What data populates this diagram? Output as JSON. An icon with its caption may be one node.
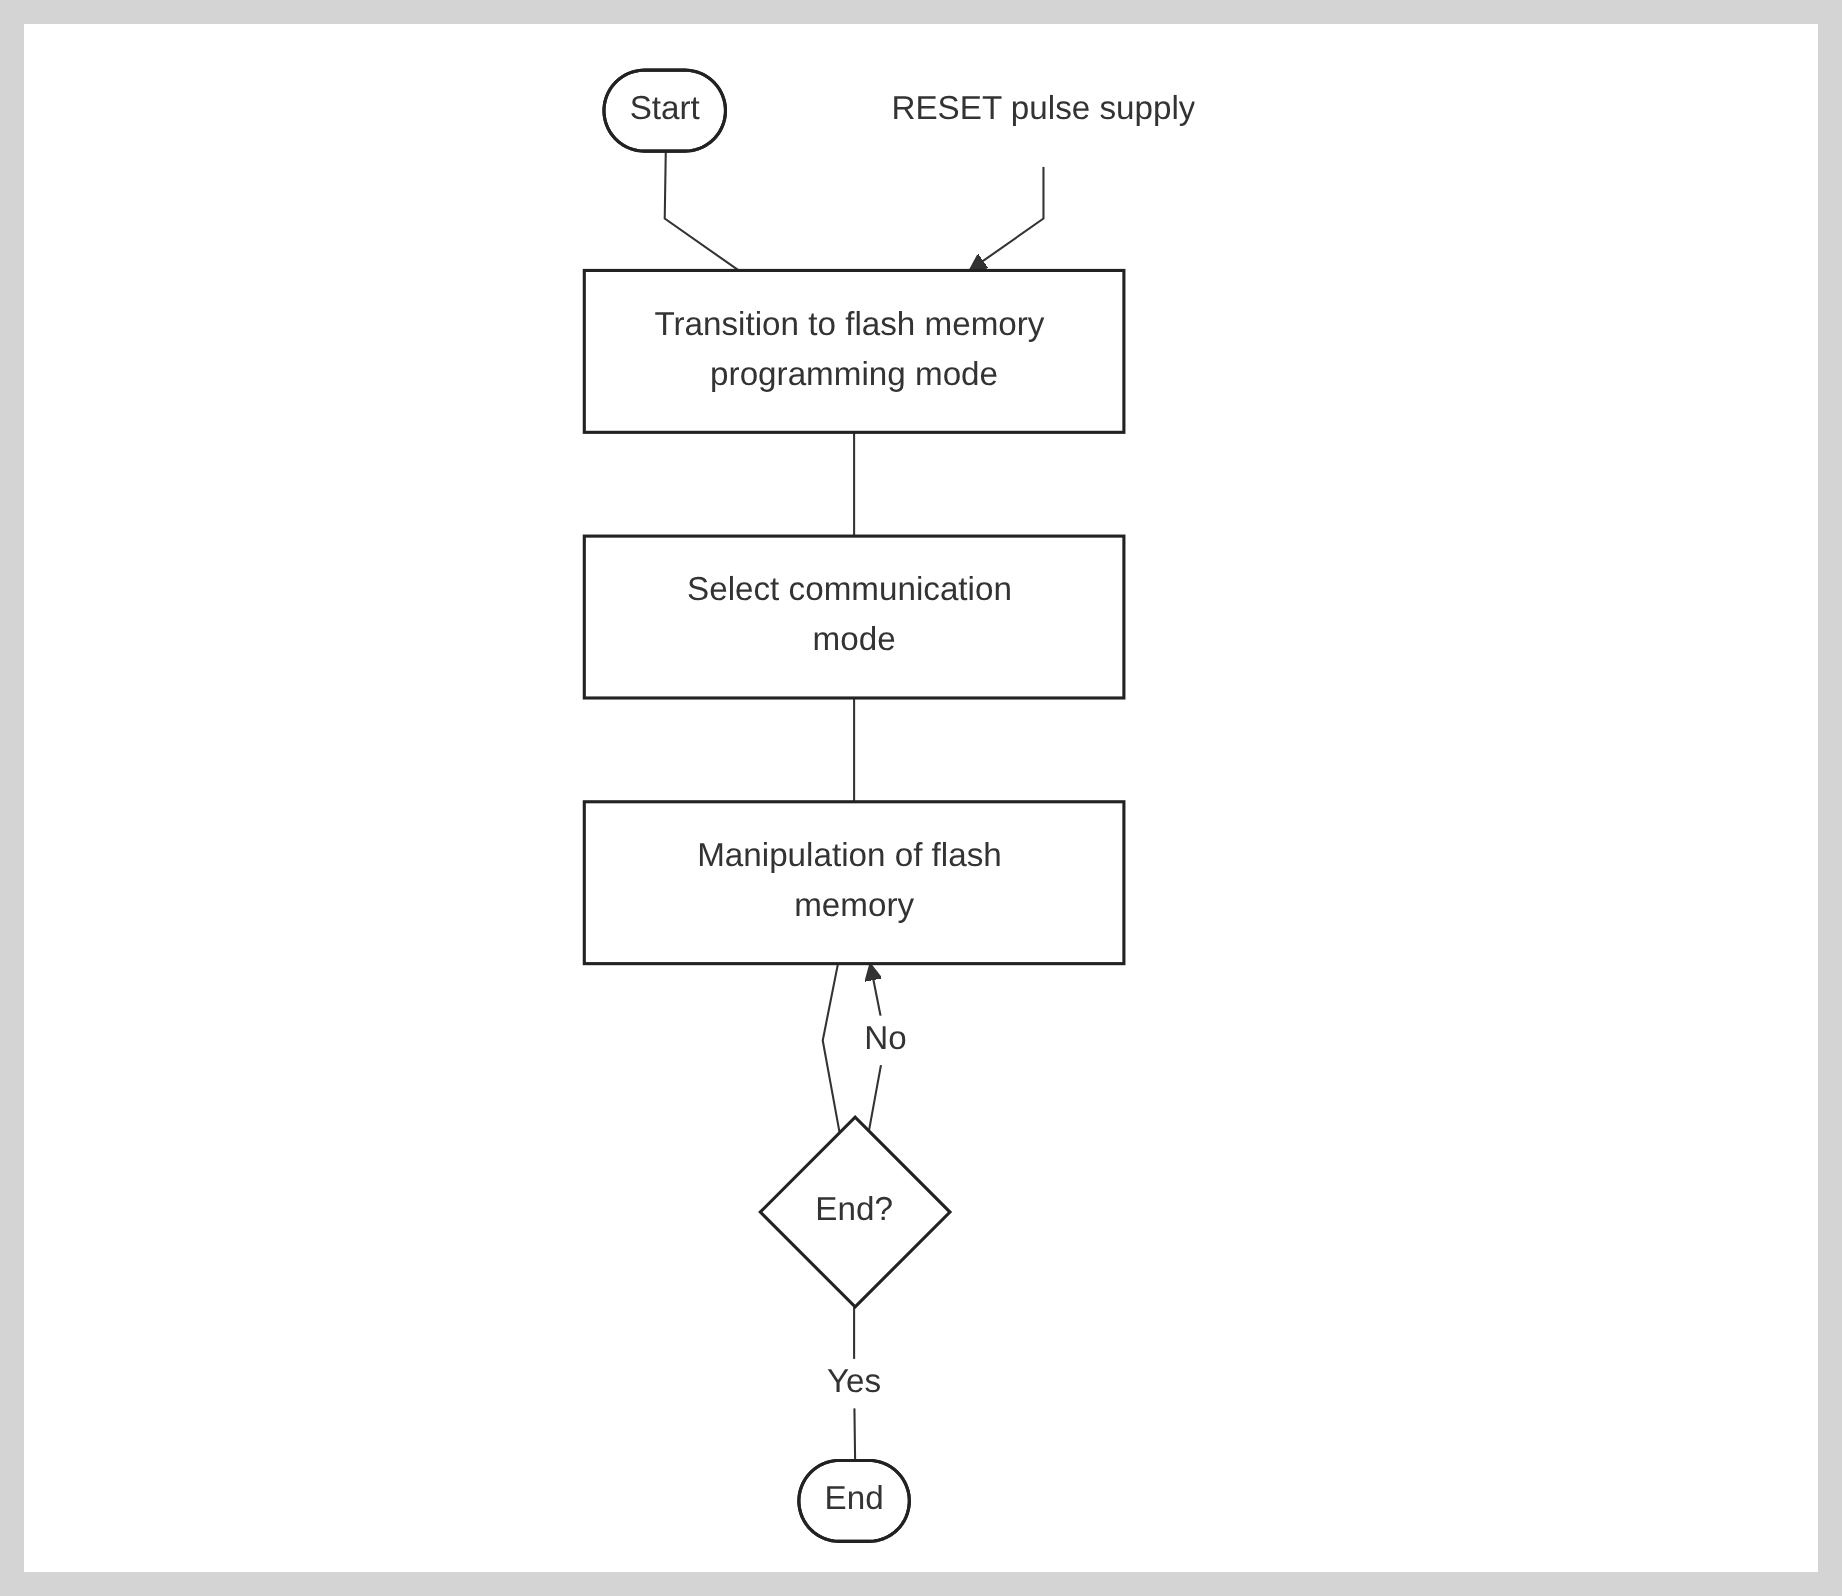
{
  "diagram": {
    "nodes": [
      {
        "text": [
          "Start"
        ]
      },
      {
        "text": [
          "RESET pulse supply"
        ]
      },
      {
        "text": [
          "Transition to flash memory programming mode"
        ]
      },
      {
        "text": [
          "Select communication mode"
        ]
      },
      {
        "text": [
          "Manipulation of flash memory"
        ]
      },
      {
        "text": [
          "End?"
        ]
      },
      {
        "text": [
          "End"
        ]
      }
    ],
    "edges": [
      {
        "from": 0,
        "to": 2,
        "arrow": "none"
      },
      {
        "from": 1,
        "to": 2,
        "arrow": "to"
      },
      {
        "from": 2,
        "to": 3,
        "arrow": "none"
      },
      {
        "from": 3,
        "to": 4,
        "arrow": "none"
      },
      {
        "from": 4,
        "to": 5,
        "arrow": "none"
      },
      {
        "from": 5,
        "to": 4,
        "arrow": "to",
        "label": "No"
      },
      {
        "from": 5,
        "to": 6,
        "arrow": "none",
        "label": "Yes"
      }
    ]
  }
}
